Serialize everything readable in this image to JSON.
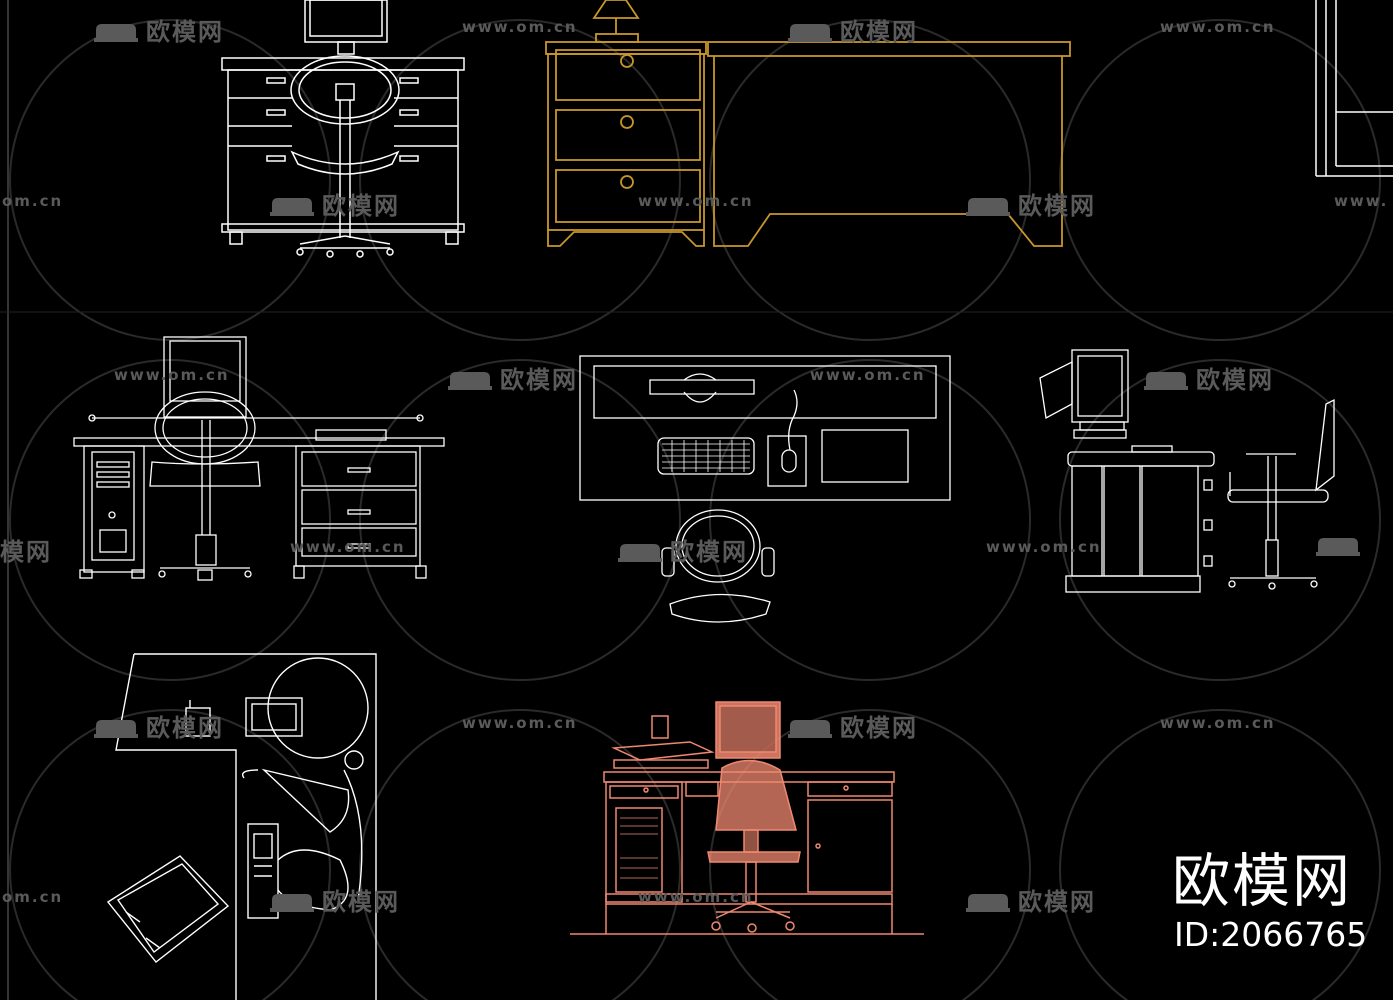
{
  "watermark": {
    "cn": "欧模网",
    "url": "www.om.cn",
    "url_partial_left": "om.cn",
    "url_partial_right": "www.",
    "cn_partial": "模网"
  },
  "brand": {
    "name": "欧模网",
    "id_label": "ID:2066765"
  },
  "colors": {
    "background": "#000000",
    "line_white": "#ffffff",
    "line_gold": "#c8962a",
    "line_salmon": "#f08870",
    "watermark": "#5a5a5a"
  }
}
